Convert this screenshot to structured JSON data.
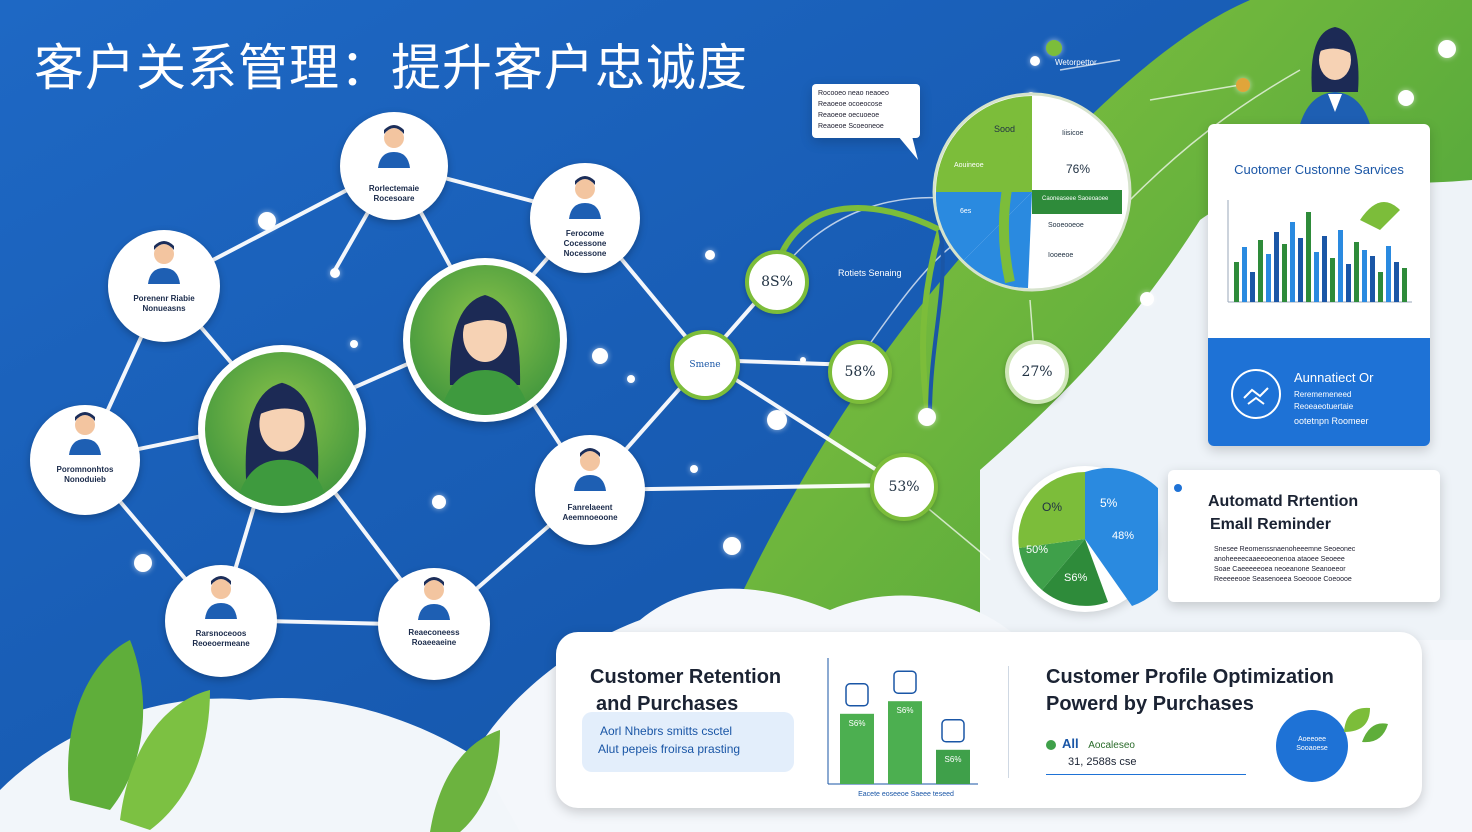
{
  "title": "客户关系管理：提升客户忠诚度",
  "network": {
    "nodes": [
      {
        "label": "Rorlectemaie Rocesoare"
      },
      {
        "label": "Ferocome Cocessone Nocessone"
      },
      {
        "label": "Porenenr Riabie Nonueasns"
      },
      {
        "label": "Poromnonhtos Nonoduieb"
      },
      {
        "label": "Fanrelaeent Aeemnoeoone"
      },
      {
        "label": "Rarsnoceoos Reoeoermeane"
      },
      {
        "label": "Reaeconeess Roaeeaeine"
      }
    ],
    "hub_label": "Smene",
    "pct_labels": [
      "8S%",
      "58%",
      "27%",
      "53%"
    ]
  },
  "callout": {
    "lines": [
      "Rocooeo neao neaoeo",
      "Reaoeoe ocoeocose",
      "Reaoeoe oecuoeoe",
      "Reaoeoe Scoeoneoe"
    ]
  },
  "annotations": {
    "top_label": "Wetorpettor",
    "mid_label": "Rotiets Senaing"
  },
  "wheel": {
    "labels": [
      "Sood",
      "Iiisicoe",
      "Aouineoe",
      "76%",
      "Caoneaseee Saoeoaoee",
      "Sooeooeoe",
      "6es",
      "Iooeeoe"
    ]
  },
  "services": {
    "title": "Cuotomer Custonne Sarvices",
    "chart_data": {
      "type": "bar",
      "series_count": 3
    },
    "automated_title": "Aunnatiect Or",
    "automated_lines": [
      "Rerememeneed",
      "Reoeaeotuertaie",
      "ootetnpn Roomeer"
    ]
  },
  "email": {
    "title_line1": "Automatd Rrtention",
    "title_line2": "Emall Reminder",
    "pie_labels": [
      "O%",
      "5%",
      "50%",
      "S6%",
      "48%"
    ],
    "body_lines": [
      "Snesee Reomenssnaenoheeemne Seoeonec",
      "anoheeeecaaeeoeonenoa ataoee Seoeee",
      "Soae Caeeeeeoea neoeanone Seanoeeor",
      "Reeeeeooe Seasenoeea Soeoooe Coeoooe"
    ]
  },
  "retention": {
    "title_line1": "Customer Retention",
    "title_line2": "and Purchases",
    "box_line1": "Aorl Nhebrs smitts csctel",
    "box_line2": "Alut pepeis froirsa prasting",
    "bar_labels": [
      "S6%",
      "S6%",
      "S6%"
    ],
    "bar_values": [
      78,
      92,
      38
    ],
    "axis_caption": "Eacete eoseeoe Saeee teseed"
  },
  "profile": {
    "title_line1": "Customer Profile Optimization",
    "title_line2": "Powerd by Purchases",
    "legend_label": "All",
    "legend_sub": "Aocaleseo",
    "value_line": "31, 2588s cse",
    "circle_line1": "Aoeeoee",
    "circle_line2": "Sooaoese"
  },
  "colors": {
    "blue": "#1a5fb5",
    "green": "#6cb33f",
    "dark_green": "#2e8b3a",
    "light_blue": "#2a8ae0"
  }
}
